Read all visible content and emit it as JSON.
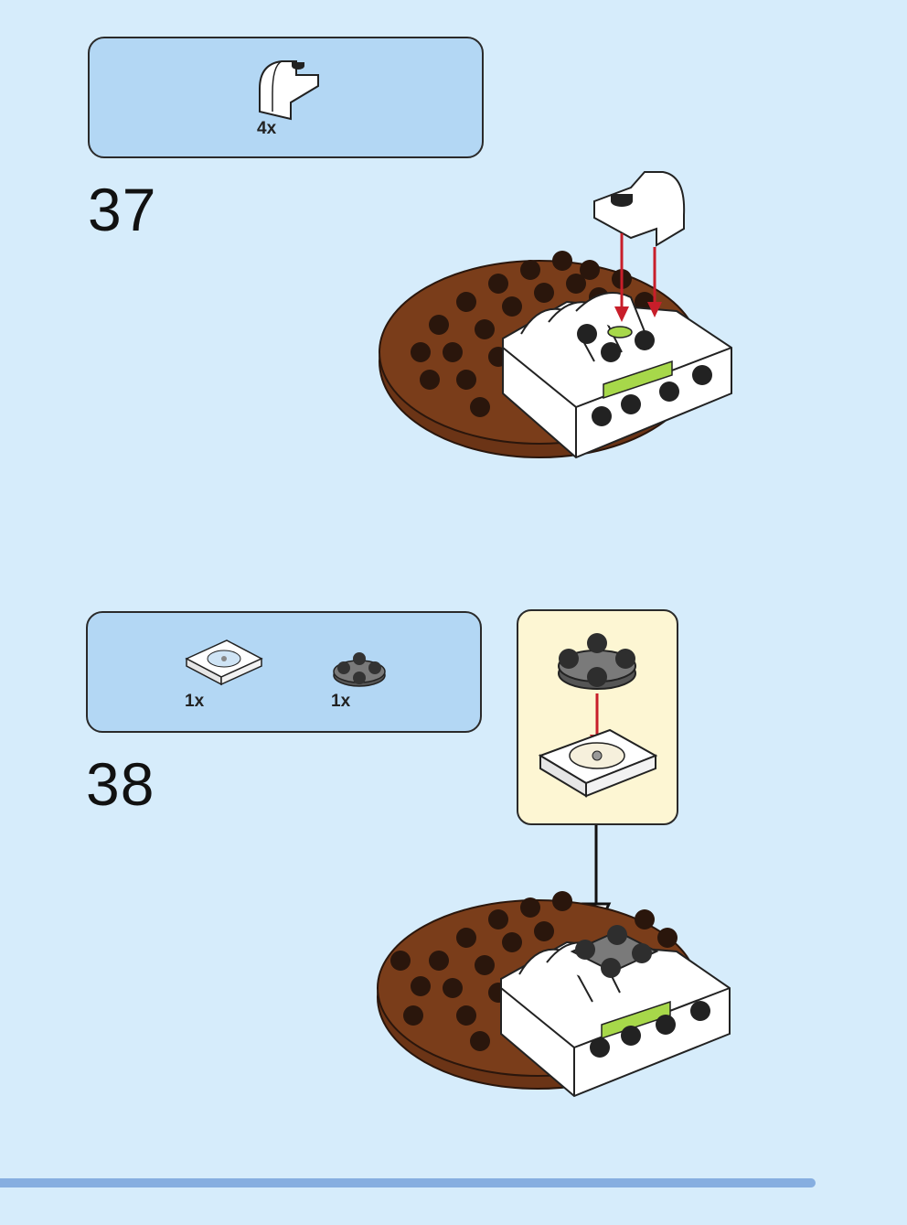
{
  "steps": [
    {
      "number": "37",
      "parts": [
        {
          "name": "white-curved-slope-part",
          "quantity": "4x"
        }
      ]
    },
    {
      "number": "38",
      "parts": [
        {
          "name": "white-tile-with-rotor-part",
          "quantity": "1x"
        },
        {
          "name": "dark-gray-round-plate-part",
          "quantity": "1x"
        }
      ]
    }
  ],
  "progress": {
    "fraction": 1.0
  },
  "colors": {
    "page_bg": "#d6ecfb",
    "parts_box": "#b3d7f4",
    "callout_bg": "#fdf6d3",
    "base_brown": "#6b3416",
    "stud_dark": "#2a160c",
    "white_brick": "#ffffff",
    "lime_accent": "#a7d84a",
    "arrow_red": "#c81e2a",
    "progress_bar": "#86aee0"
  }
}
